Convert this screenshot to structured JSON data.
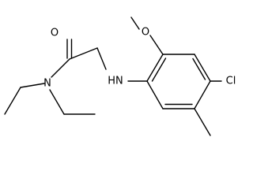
{
  "diagram": {
    "type": "chemical-structure",
    "atom_labels": {
      "carbonyl_oxygen": "O",
      "amide_nitrogen": "N",
      "amine_nitrogen": "HN",
      "methoxy_oxygen": "O",
      "chlorine": "Cl"
    },
    "colors": {
      "bond": "#000000",
      "background": "#ffffff"
    }
  }
}
